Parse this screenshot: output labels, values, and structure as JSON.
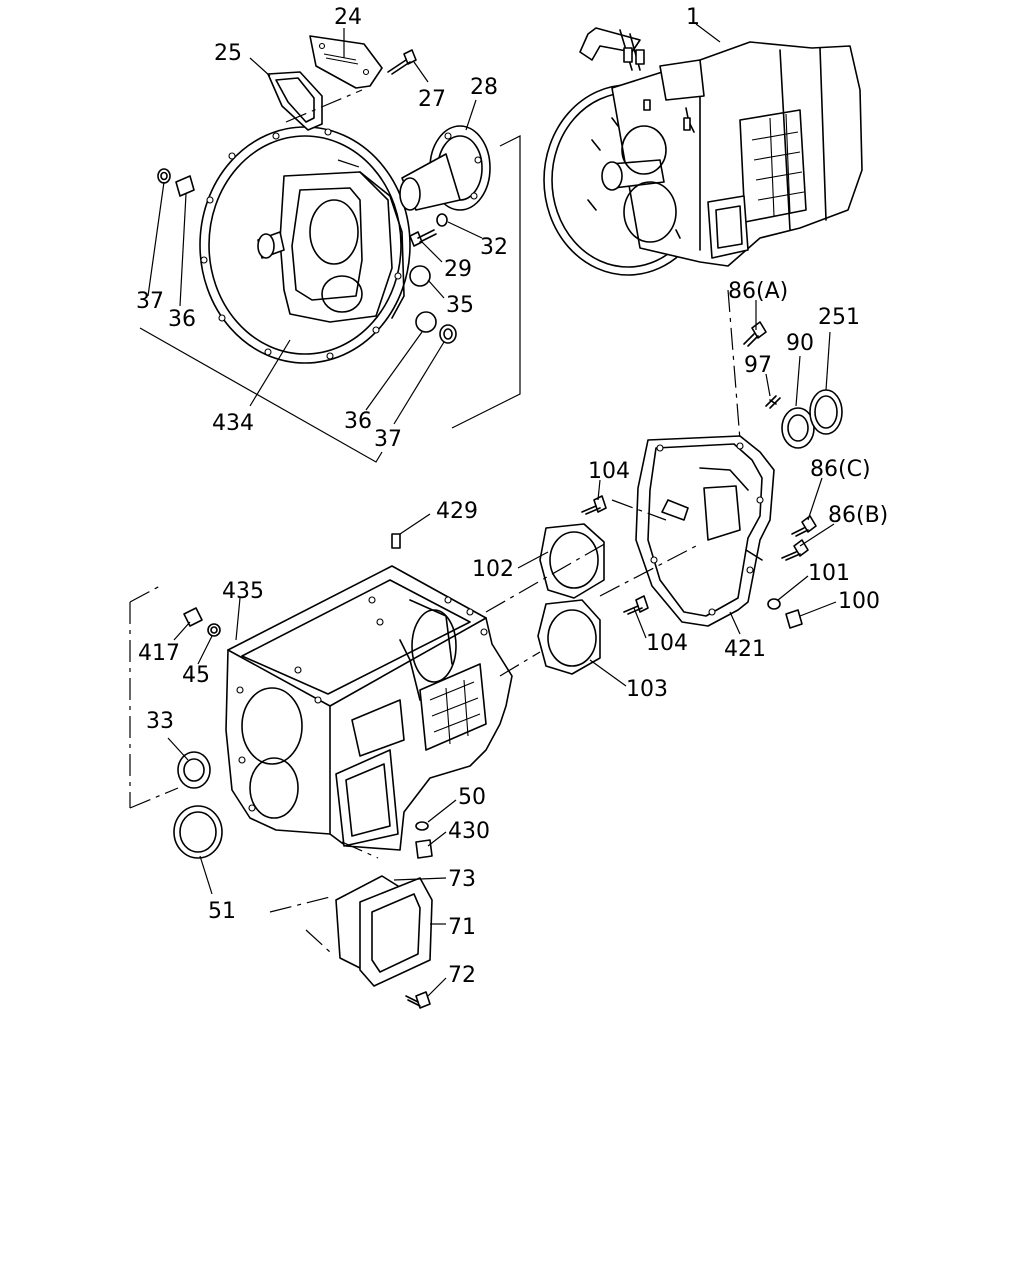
{
  "diagram": {
    "callouts": [
      {
        "id": "1",
        "text": "1"
      },
      {
        "id": "24",
        "text": "24"
      },
      {
        "id": "25",
        "text": "25"
      },
      {
        "id": "27",
        "text": "27"
      },
      {
        "id": "28",
        "text": "28"
      },
      {
        "id": "32",
        "text": "32"
      },
      {
        "id": "29",
        "text": "29"
      },
      {
        "id": "35",
        "text": "35"
      },
      {
        "id": "37a",
        "text": "37"
      },
      {
        "id": "36a",
        "text": "36"
      },
      {
        "id": "434",
        "text": "434"
      },
      {
        "id": "36b",
        "text": "36"
      },
      {
        "id": "37b",
        "text": "37"
      },
      {
        "id": "86A",
        "text": "86(A)"
      },
      {
        "id": "251",
        "text": "251"
      },
      {
        "id": "90",
        "text": "90"
      },
      {
        "id": "97",
        "text": "97"
      },
      {
        "id": "104a",
        "text": "104"
      },
      {
        "id": "86C",
        "text": "86(C)"
      },
      {
        "id": "86B",
        "text": "86(B)"
      },
      {
        "id": "429",
        "text": "429"
      },
      {
        "id": "102",
        "text": "102"
      },
      {
        "id": "101",
        "text": "101"
      },
      {
        "id": "100",
        "text": "100"
      },
      {
        "id": "435",
        "text": "435"
      },
      {
        "id": "104b",
        "text": "104"
      },
      {
        "id": "421",
        "text": "421"
      },
      {
        "id": "417",
        "text": "417"
      },
      {
        "id": "45",
        "text": "45"
      },
      {
        "id": "103",
        "text": "103"
      },
      {
        "id": "33",
        "text": "33"
      },
      {
        "id": "50",
        "text": "50"
      },
      {
        "id": "430",
        "text": "430"
      },
      {
        "id": "73",
        "text": "73"
      },
      {
        "id": "51",
        "text": "51"
      },
      {
        "id": "71",
        "text": "71"
      },
      {
        "id": "72",
        "text": "72"
      }
    ]
  }
}
